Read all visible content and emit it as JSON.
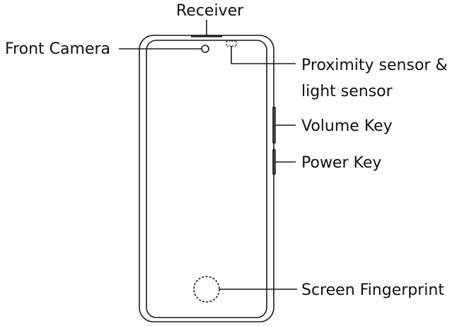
{
  "labels": {
    "receiver": "Receiver",
    "front_camera": "Front Camera",
    "proximity_line1": "Proximity sensor &",
    "proximity_line2": "light sensor",
    "volume_key": "Volume Key",
    "power_key": "Power Key",
    "screen_fingerprint": "Screen Fingerprint"
  },
  "colors": {
    "line": "#1a1a1a",
    "text": "#111111",
    "background": "#ffffff"
  }
}
